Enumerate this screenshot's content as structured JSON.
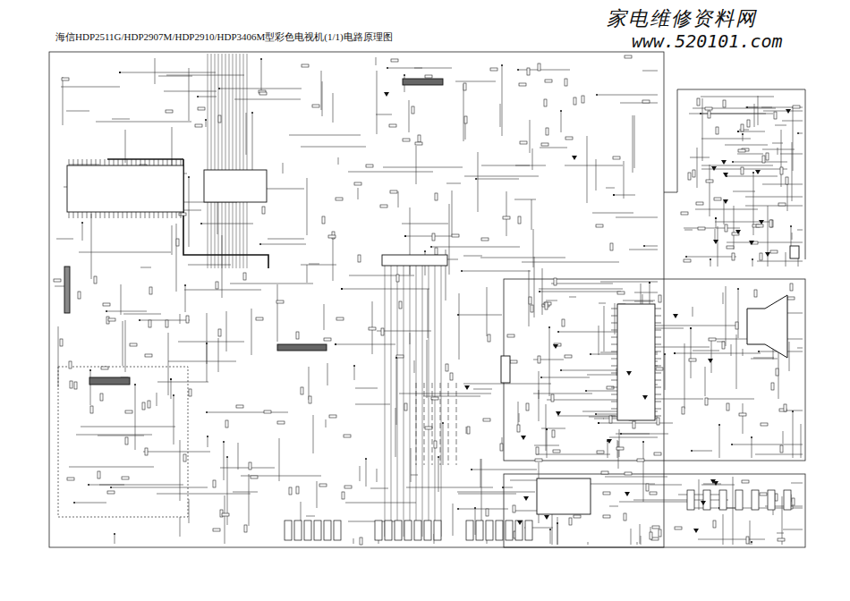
{
  "diagram": {
    "title": "海信HDP2511G/HDP2907M/HDP2910/HDP3406M型彩色电视机(1/1)电路原理图",
    "labels": [
      "家电维修资料网",
      "www.520101.com"
    ]
  }
}
